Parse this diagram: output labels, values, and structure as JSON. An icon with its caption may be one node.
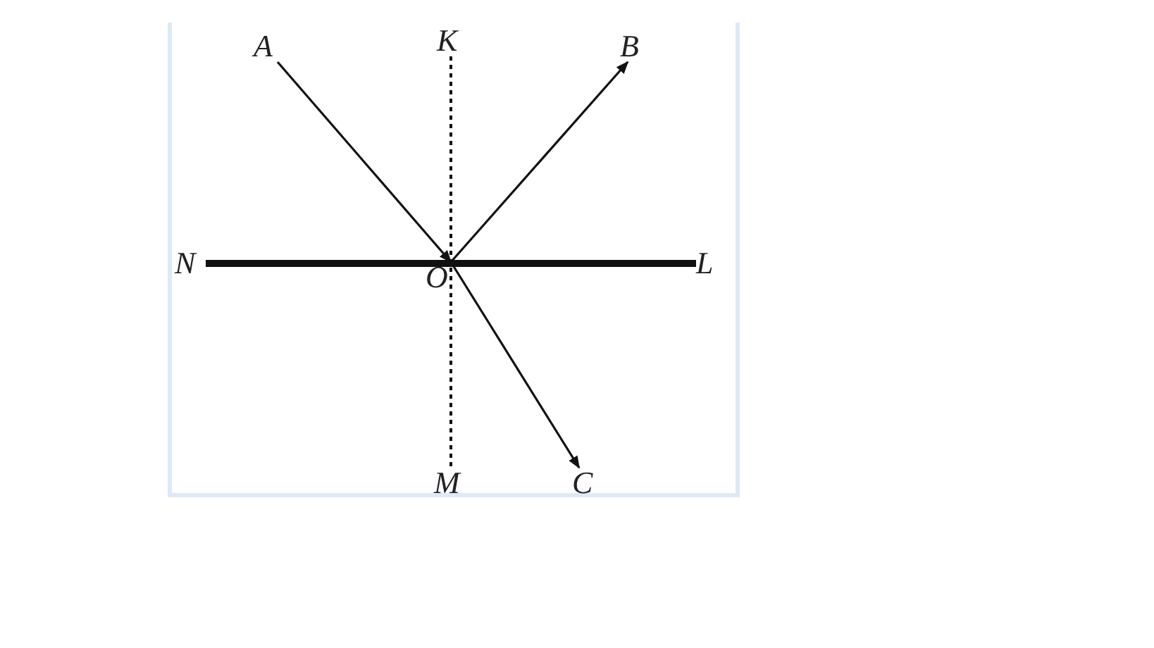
{
  "diagram": {
    "nodes": [
      {
        "text": [
          "A"
        ]
      },
      {
        "text": [
          "K"
        ]
      },
      {
        "text": [
          "B"
        ]
      },
      {
        "text": [
          "N"
        ]
      },
      {
        "text": [
          "O"
        ]
      },
      {
        "text": [
          "L"
        ]
      },
      {
        "text": [
          "M"
        ]
      },
      {
        "text": [
          "C"
        ]
      }
    ],
    "edges": [
      {
        "from": 0,
        "to": 4,
        "arrow": "to"
      },
      {
        "from": 4,
        "to": 2,
        "arrow": "to"
      },
      {
        "from": 4,
        "to": 7,
        "arrow": "to"
      },
      {
        "from": 1,
        "to": 6,
        "arrow": "none",
        "style": "dashed"
      },
      {
        "from": 3,
        "to": 5,
        "arrow": "none",
        "style": "thick"
      }
    ]
  }
}
